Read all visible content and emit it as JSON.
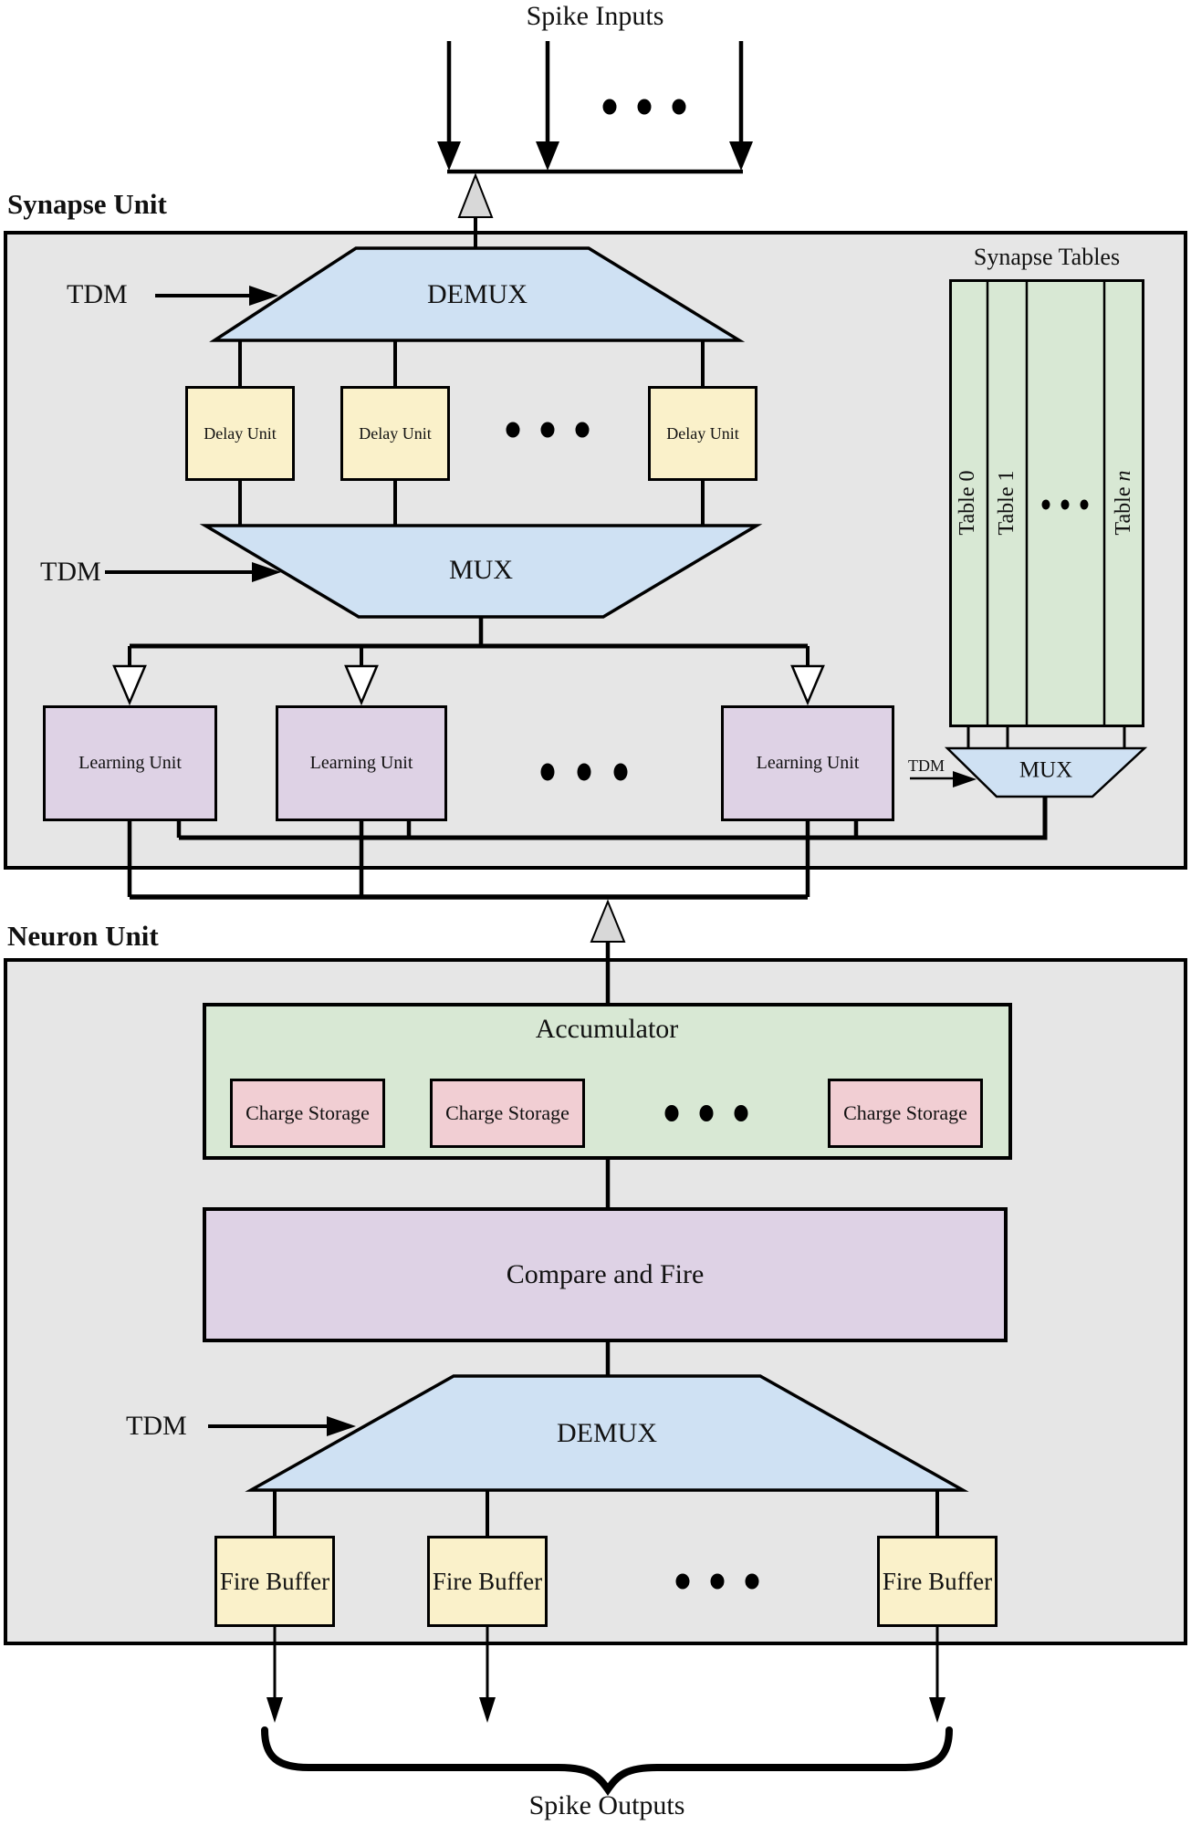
{
  "colors": {
    "unit_bg": "#e6e6e6",
    "blue": "#cfe1f3",
    "yellow": "#faf1ca",
    "purple": "#ded2e5",
    "green": "#d8e8d4",
    "pink": "#f1ced3",
    "gray_arrow": "#d8d8d8",
    "white": "#ffffff",
    "line": "#000000"
  },
  "io": {
    "spike_inputs": "Spike Inputs",
    "spike_outputs": "Spike Outputs"
  },
  "synapse_unit": {
    "title": "Synapse Unit",
    "demux_label": "DEMUX",
    "mux_label": "MUX",
    "tdm_demux": "TDM",
    "tdm_mux": "TDM",
    "delay_units": [
      "Delay Unit",
      "Delay Unit",
      "Delay Unit"
    ],
    "learning_units": [
      "Learning Unit",
      "Learning Unit",
      "Learning Unit"
    ],
    "tables": {
      "title": "Synapse Tables",
      "col0": "Table 0",
      "col1": "Table 1",
      "coln_prefix": "Table ",
      "coln_var": "n",
      "mux_label": "MUX",
      "tdm": "TDM"
    }
  },
  "neuron_unit": {
    "title": "Neuron Unit",
    "accumulator_label": "Accumulator",
    "charge_storage": [
      "Charge\nStorage",
      "Charge\nStorage",
      "Charge\nStorage"
    ],
    "compare_fire_label": "Compare and Fire",
    "demux_label": "DEMUX",
    "tdm_demux": "TDM",
    "fire_buffers": [
      "Fire\nBuffer",
      "Fire\nBuffer",
      "Fire\nBuffer"
    ]
  }
}
